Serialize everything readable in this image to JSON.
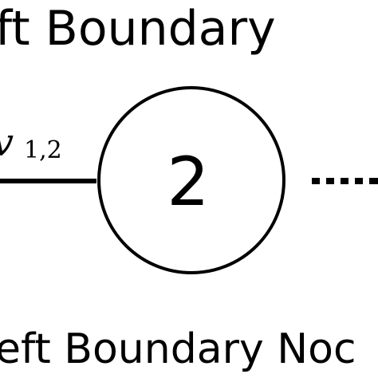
{
  "diagram": {
    "top_label": "ft Boundary",
    "edge_label_main": "v",
    "edge_label_sub": "1,2",
    "node_label": "2",
    "bottom_label": "eft Boundary Noc",
    "colors": {
      "background": "#ffffff",
      "stroke": "#000000",
      "text": "#000000"
    }
  }
}
